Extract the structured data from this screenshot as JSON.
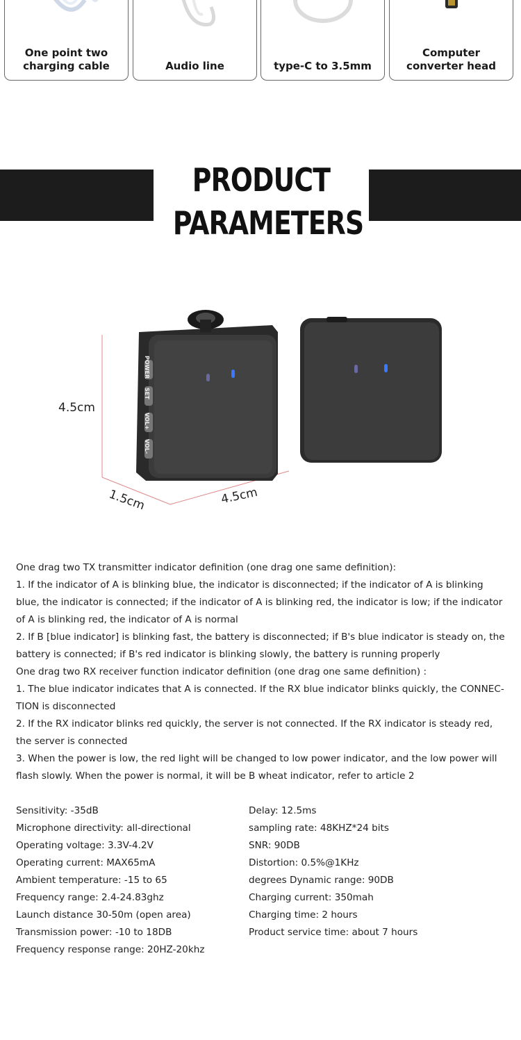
{
  "accessories": [
    {
      "label": "One point two\ncharging cable",
      "icon": "charging-cable-icon"
    },
    {
      "label": "Audio line",
      "icon": "audio-cable-icon"
    },
    {
      "label": "type-C to 3.5mm",
      "icon": "adapter-ring-icon"
    },
    {
      "label": "Computer\nconverter head",
      "icon": "converter-plug-icon"
    }
  ],
  "section": {
    "title_line1": "PRODUCT",
    "title_line2": "PARAMETERS"
  },
  "product_image": {
    "height_label": "4.5cm",
    "depth_label": "1.5cm",
    "width_label": "4.5cm",
    "buttons": [
      "POWER",
      "SET",
      "VOL+",
      "VOL-"
    ],
    "led_color": "#3a78ff"
  },
  "description": [
    "One drag two TX transmitter indicator definition (one drag one same definition):",
    "1. If the indicator of A is blinking blue, the indicator is disconnected; if the indicator of A is blinking blue, the indicator is connected; if the indicator of A is blinking red, the indicator is low; if the indicator of A is blinking red, the indicator of A is normal",
    "2. If B [blue indicator] is blinking fast, the battery is disconnected; if B's blue indicator is steady on, the battery is connected; if B's red indicator is blinking slowly, the battery is running properly",
    "One drag two RX receiver function indicator definition (one drag one same definition) :",
    "1. The blue indicator indicates that A is connected. If the RX blue indicator blinks quickly, the CONNEC-TION is disconnected",
    "2. If the RX indicator blinks red quickly, the server is not connected. If the RX indicator is steady red, the server is connected",
    "3. When the power is low, the red light will be changed to low power indicator, and the low power will flash slowly. When the power is normal, it will be B wheat indicator, refer to article 2"
  ],
  "specs_left": [
    "Sensitivity: -35dB",
    "Microphone directivity: all-directional",
    "Operating voltage: 3.3V-4.2V",
    "Operating current: MAX65mA",
    "Ambient temperature: -15 to 65",
    "Frequency range: 2.4-24.83ghz",
    "Launch distance 30-50m (open area)",
    "Transmission power: -10 to 18DB",
    "Frequency response range: 20HZ-20khz"
  ],
  "specs_right": [
    "Delay: 12.5ms",
    "sampling rate: 48KHZ*24 bits",
    "SNR: 90DB",
    "Distortion: 0.5%@1KHz",
    "degrees Dynamic range: 90DB",
    "Charging current: 350mah",
    "Charging time: 2 hours",
    "Product service time: about 7 hours"
  ]
}
